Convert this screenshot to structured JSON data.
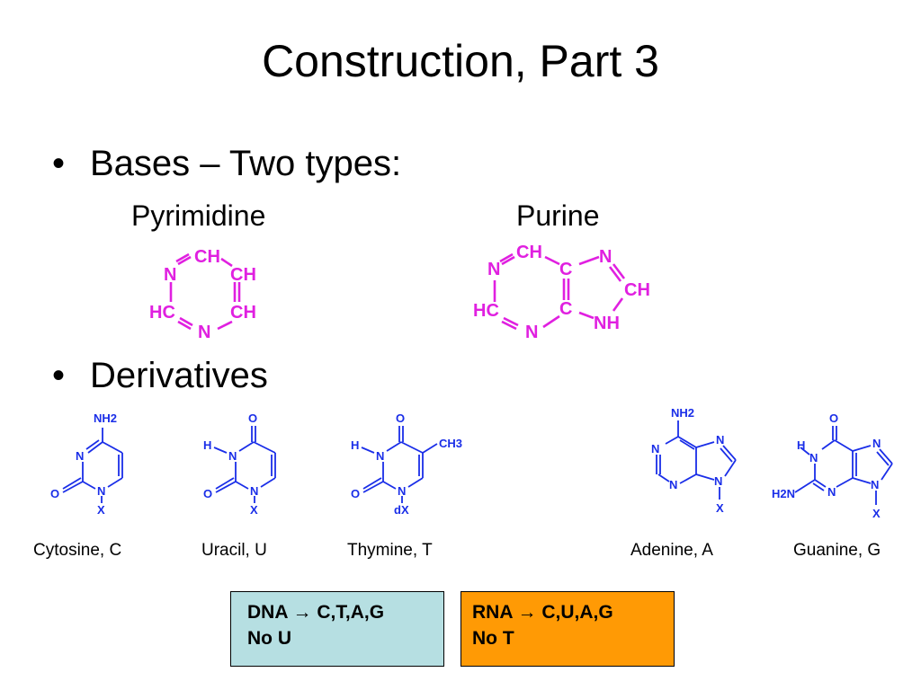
{
  "slide": {
    "title": "Construction, Part 3",
    "bullets": [
      "Bases – Two types:",
      "Derivatives"
    ],
    "bullet_mark": "•",
    "types": [
      "Pyrimidine",
      "Purine"
    ]
  },
  "derivatives": [
    {
      "name": "Cytosine, C"
    },
    {
      "name": "Uracil, U"
    },
    {
      "name": "Thymine, T"
    },
    {
      "name": "Adenine, A"
    },
    {
      "name": "Guanine, G"
    }
  ],
  "boxes": {
    "dna": {
      "line1": "DNA → C,T,A,G",
      "line2": "No U",
      "color": "#b6dfe2"
    },
    "rna": {
      "line1": "RNA → C,U,A,G",
      "line2": "No T",
      "color": "#ff9a05"
    }
  },
  "colors": {
    "ring": "#e020e0",
    "derivative": "#1a2ee8"
  },
  "structure_atoms": {
    "pyrimidine": [
      "CH",
      "CH",
      "CH",
      "N",
      "HC",
      "N"
    ],
    "purine": [
      "CH",
      "C",
      "N",
      "CH",
      "NH",
      "C",
      "N",
      "HC",
      "N"
    ],
    "cytosine": [
      "NH2",
      "N",
      "O",
      "N",
      "X"
    ],
    "uracil": [
      "O",
      "H",
      "N",
      "O",
      "N",
      "X"
    ],
    "thymine": [
      "O",
      "H",
      "N",
      "CH3",
      "O",
      "N",
      "dX"
    ],
    "adenine": [
      "NH2",
      "N",
      "N",
      "N",
      "N",
      "X"
    ],
    "guanine": [
      "O",
      "H",
      "N",
      "N",
      "H2N",
      "N",
      "N",
      "X"
    ]
  }
}
